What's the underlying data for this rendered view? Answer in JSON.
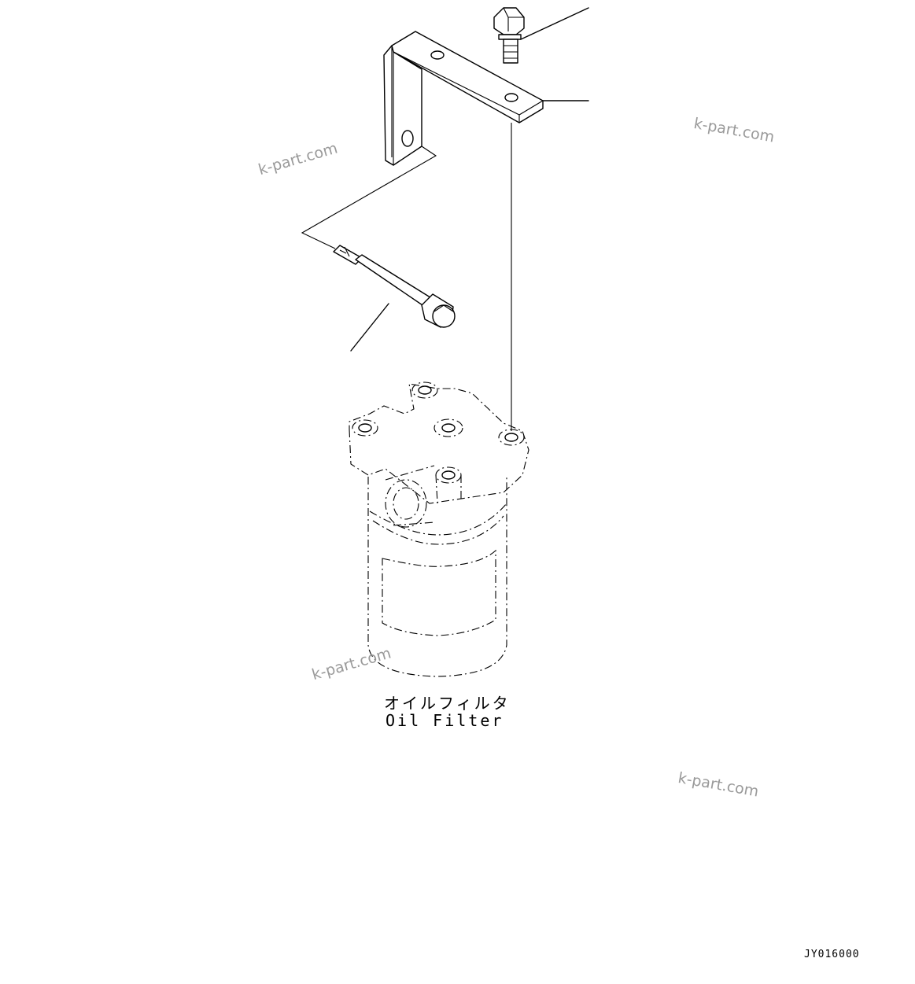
{
  "diagram": {
    "part_label_jp": "オイルフィルタ",
    "part_label_en": "Oil Filter",
    "drawing_code": "JY016000",
    "watermarks": [
      "k-part.com",
      "k-part.com",
      "k-part.com",
      "k-part.com"
    ],
    "components": [
      "bracket",
      "upper-bolt",
      "long-bolt",
      "oil-filter-head",
      "oil-filter-cartridge"
    ]
  }
}
